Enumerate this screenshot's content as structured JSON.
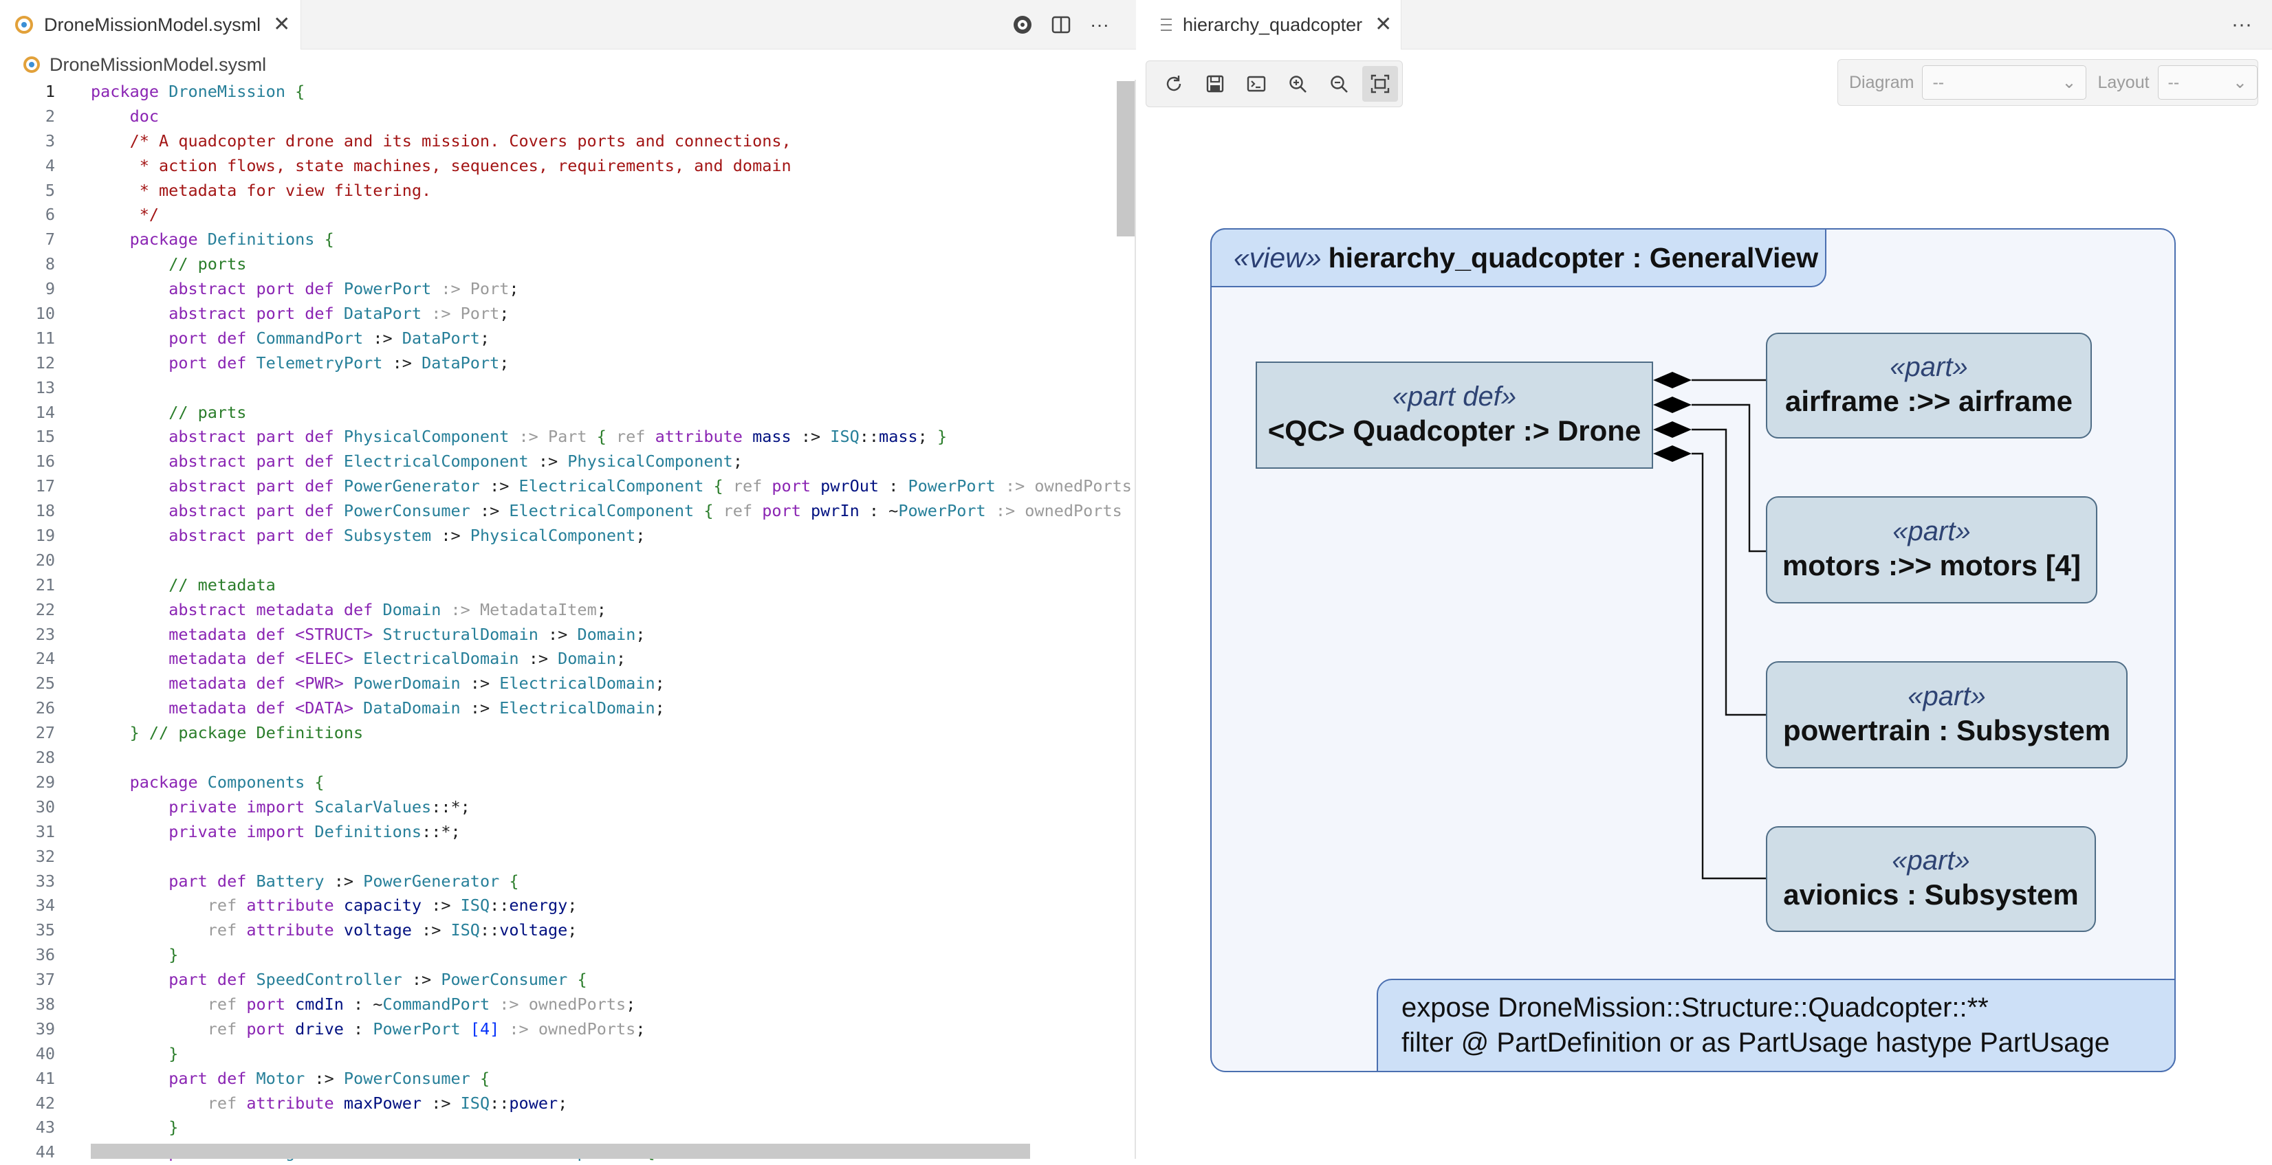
{
  "editor": {
    "tab_title": "DroneMissionModel.sysml",
    "breadcrumb": "DroneMissionModel.sysml",
    "lines": [
      [
        [
          "kw",
          "package "
        ],
        [
          "ty",
          "DroneMission "
        ],
        [
          "gc",
          "{"
        ]
      ],
      [
        [
          "tx",
          "    "
        ],
        [
          "kw",
          "doc"
        ]
      ],
      [
        [
          "tx",
          "    "
        ],
        [
          "cm",
          "/* A quadcopter drone and its mission. Covers ports and connections,"
        ]
      ],
      [
        [
          "tx",
          "    "
        ],
        [
          "cm",
          " * action flows, state machines, sequences, requirements, and domain"
        ]
      ],
      [
        [
          "tx",
          "    "
        ],
        [
          "cm",
          " * metadata for view filtering."
        ]
      ],
      [
        [
          "tx",
          "    "
        ],
        [
          "cm",
          " */"
        ]
      ],
      [
        [
          "tx",
          "    "
        ],
        [
          "kw",
          "package "
        ],
        [
          "ty",
          "Definitions "
        ],
        [
          "gc",
          "{"
        ]
      ],
      [
        [
          "tx",
          "        "
        ],
        [
          "gc",
          "// ports"
        ]
      ],
      [
        [
          "tx",
          "        "
        ],
        [
          "kw",
          "abstract port def "
        ],
        [
          "ty",
          "PowerPort "
        ],
        [
          "dim",
          ":> Port"
        ],
        [
          "tx",
          ";"
        ]
      ],
      [
        [
          "tx",
          "        "
        ],
        [
          "kw",
          "abstract port def "
        ],
        [
          "ty",
          "DataPort "
        ],
        [
          "dim",
          ":> Port"
        ],
        [
          "tx",
          ";"
        ]
      ],
      [
        [
          "tx",
          "        "
        ],
        [
          "kw",
          "port def "
        ],
        [
          "ty",
          "CommandPort "
        ],
        [
          "tx",
          ":> "
        ],
        [
          "ty",
          "DataPort"
        ],
        [
          "tx",
          ";"
        ]
      ],
      [
        [
          "tx",
          "        "
        ],
        [
          "kw",
          "port def "
        ],
        [
          "ty",
          "TelemetryPort "
        ],
        [
          "tx",
          ":> "
        ],
        [
          "ty",
          "DataPort"
        ],
        [
          "tx",
          ";"
        ]
      ],
      [],
      [
        [
          "tx",
          "        "
        ],
        [
          "gc",
          "// parts"
        ]
      ],
      [
        [
          "tx",
          "        "
        ],
        [
          "kw",
          "abstract part def "
        ],
        [
          "ty",
          "PhysicalComponent "
        ],
        [
          "dim",
          ":> Part "
        ],
        [
          "gc",
          "{ "
        ],
        [
          "dim",
          "ref "
        ],
        [
          "kw",
          "attribute "
        ],
        [
          "id",
          "mass "
        ],
        [
          "tx",
          ":> "
        ],
        [
          "ty",
          "ISQ"
        ],
        [
          "tx",
          "::"
        ],
        [
          "id",
          "mass"
        ],
        [
          "tx",
          "; "
        ],
        [
          "gc",
          "}"
        ]
      ],
      [
        [
          "tx",
          "        "
        ],
        [
          "kw",
          "abstract part def "
        ],
        [
          "ty",
          "ElectricalComponent "
        ],
        [
          "tx",
          ":> "
        ],
        [
          "ty",
          "PhysicalComponent"
        ],
        [
          "tx",
          ";"
        ]
      ],
      [
        [
          "tx",
          "        "
        ],
        [
          "kw",
          "abstract part def "
        ],
        [
          "ty",
          "PowerGenerator "
        ],
        [
          "tx",
          ":> "
        ],
        [
          "ty",
          "ElectricalComponent "
        ],
        [
          "gc",
          "{ "
        ],
        [
          "dim",
          "ref "
        ],
        [
          "kw",
          "port "
        ],
        [
          "id",
          "pwrOut "
        ],
        [
          "tx",
          ": "
        ],
        [
          "ty",
          "PowerPort "
        ],
        [
          "dim",
          ":> ownedPorts"
        ]
      ],
      [
        [
          "tx",
          "        "
        ],
        [
          "kw",
          "abstract part def "
        ],
        [
          "ty",
          "PowerConsumer "
        ],
        [
          "tx",
          ":> "
        ],
        [
          "ty",
          "ElectricalComponent "
        ],
        [
          "gc",
          "{ "
        ],
        [
          "dim",
          "ref "
        ],
        [
          "kw",
          "port "
        ],
        [
          "id",
          "pwrIn "
        ],
        [
          "tx",
          ": ~"
        ],
        [
          "ty",
          "PowerPort "
        ],
        [
          "dim",
          ":> ownedPorts"
        ]
      ],
      [
        [
          "tx",
          "        "
        ],
        [
          "kw",
          "abstract part def "
        ],
        [
          "ty",
          "Subsystem "
        ],
        [
          "tx",
          ":> "
        ],
        [
          "ty",
          "PhysicalComponent"
        ],
        [
          "tx",
          ";"
        ]
      ],
      [],
      [
        [
          "tx",
          "        "
        ],
        [
          "gc",
          "// metadata"
        ]
      ],
      [
        [
          "tx",
          "        "
        ],
        [
          "kw",
          "abstract metadata def "
        ],
        [
          "ty",
          "Domain "
        ],
        [
          "dim",
          ":> MetadataItem"
        ],
        [
          "tx",
          ";"
        ]
      ],
      [
        [
          "tx",
          "        "
        ],
        [
          "kw",
          "metadata def "
        ],
        [
          "kw",
          "<STRUCT> "
        ],
        [
          "ty",
          "StructuralDomain "
        ],
        [
          "tx",
          ":> "
        ],
        [
          "ty",
          "Domain"
        ],
        [
          "tx",
          ";"
        ]
      ],
      [
        [
          "tx",
          "        "
        ],
        [
          "kw",
          "metadata def "
        ],
        [
          "kw",
          "<ELEC> "
        ],
        [
          "ty",
          "ElectricalDomain "
        ],
        [
          "tx",
          ":> "
        ],
        [
          "ty",
          "Domain"
        ],
        [
          "tx",
          ";"
        ]
      ],
      [
        [
          "tx",
          "        "
        ],
        [
          "kw",
          "metadata def "
        ],
        [
          "kw",
          "<PWR> "
        ],
        [
          "ty",
          "PowerDomain "
        ],
        [
          "tx",
          ":> "
        ],
        [
          "ty",
          "ElectricalDomain"
        ],
        [
          "tx",
          ";"
        ]
      ],
      [
        [
          "tx",
          "        "
        ],
        [
          "kw",
          "metadata def "
        ],
        [
          "kw",
          "<DATA> "
        ],
        [
          "ty",
          "DataDomain "
        ],
        [
          "tx",
          ":> "
        ],
        [
          "ty",
          "ElectricalDomain"
        ],
        [
          "tx",
          ";"
        ]
      ],
      [
        [
          "tx",
          "    "
        ],
        [
          "gc",
          "} "
        ],
        [
          "gc",
          "// package Definitions"
        ]
      ],
      [],
      [
        [
          "tx",
          "    "
        ],
        [
          "kw",
          "package "
        ],
        [
          "ty",
          "Components "
        ],
        [
          "gc",
          "{"
        ]
      ],
      [
        [
          "tx",
          "        "
        ],
        [
          "kw",
          "private import "
        ],
        [
          "ty",
          "ScalarValues"
        ],
        [
          "tx",
          "::*;"
        ]
      ],
      [
        [
          "tx",
          "        "
        ],
        [
          "kw",
          "private import "
        ],
        [
          "ty",
          "Definitions"
        ],
        [
          "tx",
          "::*;"
        ]
      ],
      [],
      [
        [
          "tx",
          "        "
        ],
        [
          "kw",
          "part def "
        ],
        [
          "ty",
          "Battery "
        ],
        [
          "tx",
          ":> "
        ],
        [
          "ty",
          "PowerGenerator "
        ],
        [
          "gc",
          "{"
        ]
      ],
      [
        [
          "tx",
          "            "
        ],
        [
          "dim",
          "ref "
        ],
        [
          "kw",
          "attribute "
        ],
        [
          "id",
          "capacity "
        ],
        [
          "tx",
          ":> "
        ],
        [
          "ty",
          "ISQ"
        ],
        [
          "tx",
          "::"
        ],
        [
          "id",
          "energy"
        ],
        [
          "tx",
          ";"
        ]
      ],
      [
        [
          "tx",
          "            "
        ],
        [
          "dim",
          "ref "
        ],
        [
          "kw",
          "attribute "
        ],
        [
          "id",
          "voltage "
        ],
        [
          "tx",
          ":> "
        ],
        [
          "ty",
          "ISQ"
        ],
        [
          "tx",
          "::"
        ],
        [
          "id",
          "voltage"
        ],
        [
          "tx",
          ";"
        ]
      ],
      [
        [
          "tx",
          "        "
        ],
        [
          "gc",
          "}"
        ]
      ],
      [
        [
          "tx",
          "        "
        ],
        [
          "kw",
          "part def "
        ],
        [
          "ty",
          "SpeedController "
        ],
        [
          "tx",
          ":> "
        ],
        [
          "ty",
          "PowerConsumer "
        ],
        [
          "gc",
          "{"
        ]
      ],
      [
        [
          "tx",
          "            "
        ],
        [
          "dim",
          "ref "
        ],
        [
          "kw",
          "port "
        ],
        [
          "id",
          "cmdIn "
        ],
        [
          "tx",
          ": ~"
        ],
        [
          "ty",
          "CommandPort "
        ],
        [
          "dim",
          ":> ownedPorts"
        ],
        [
          "tx",
          ";"
        ]
      ],
      [
        [
          "tx",
          "            "
        ],
        [
          "dim",
          "ref "
        ],
        [
          "kw",
          "port "
        ],
        [
          "id",
          "drive "
        ],
        [
          "tx",
          ": "
        ],
        [
          "ty",
          "PowerPort "
        ],
        [
          "br",
          "[4] "
        ],
        [
          "dim",
          ":> ownedPorts"
        ],
        [
          "tx",
          ";"
        ]
      ],
      [
        [
          "tx",
          "        "
        ],
        [
          "gc",
          "}"
        ]
      ],
      [
        [
          "tx",
          "        "
        ],
        [
          "kw",
          "part def "
        ],
        [
          "ty",
          "Motor "
        ],
        [
          "tx",
          ":> "
        ],
        [
          "ty",
          "PowerConsumer "
        ],
        [
          "gc",
          "{"
        ]
      ],
      [
        [
          "tx",
          "            "
        ],
        [
          "dim",
          "ref "
        ],
        [
          "kw",
          "attribute "
        ],
        [
          "id",
          "maxPower "
        ],
        [
          "tx",
          ":> "
        ],
        [
          "ty",
          "ISQ"
        ],
        [
          "tx",
          "::"
        ],
        [
          "id",
          "power"
        ],
        [
          "tx",
          ";"
        ]
      ],
      [
        [
          "tx",
          "        "
        ],
        [
          "gc",
          "}"
        ]
      ],
      [
        [
          "tx",
          "        "
        ],
        [
          "kw",
          "part def "
        ],
        [
          "ty",
          "FlightController "
        ],
        [
          "tx",
          ":> "
        ],
        [
          "ty",
          "ElectricalComponent "
        ],
        [
          "gc",
          "{"
        ]
      ]
    ]
  },
  "viewer": {
    "tab_title": "hierarchy_quadcopter",
    "toolbar": [
      "refresh-icon",
      "save-icon",
      "terminal-icon",
      "zoom-in-icon",
      "zoom-out-icon",
      "fit-view-icon"
    ],
    "diagram_label": "Diagram",
    "diagram_value": "--",
    "layout_label": "Layout",
    "layout_value": "--"
  },
  "diagram": {
    "view_stereotype": "«view»",
    "view_name": "hierarchy_quadcopter : GeneralView",
    "def_stereotype": "«part def»",
    "def_name": "<QC> Quadcopter :> Drone",
    "parts": [
      {
        "stereotype": "«part»",
        "name": "airframe :>> airframe"
      },
      {
        "stereotype": "«part»",
        "name": "motors :>> motors [4]"
      },
      {
        "stereotype": "«part»",
        "name": "powertrain : Subsystem"
      },
      {
        "stereotype": "«part»",
        "name": "avionics : Subsystem"
      }
    ],
    "expose_line": "expose DroneMission::Structure::Quadcopter::**",
    "filter_line": "filter @ PartDefinition or as PartUsage hastype PartUsage"
  },
  "colors": {
    "accent_border": "#4a6fb0",
    "view_fill": "#cde0f7",
    "node_fill": "#cfdde7"
  }
}
